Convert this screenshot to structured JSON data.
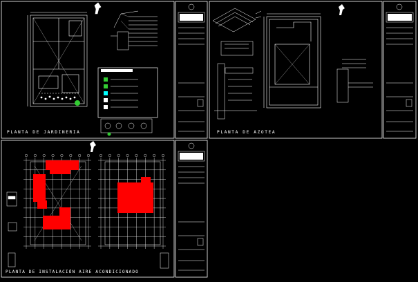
{
  "viewer": {
    "background": "#000000",
    "line_color": "#ffffff",
    "fill_color": "#ff0000",
    "accent_cyan": "#00ffff",
    "accent_green": "#33cc33"
  },
  "sheets": [
    {
      "id": "sheet-1",
      "label": "PLANTA DE JARDINERIA"
    },
    {
      "id": "sheet-2",
      "label": "PLANTA DE AZOTEA"
    },
    {
      "id": "sheet-3",
      "label": "PLANTA DE INSTALACIÓN AIRE ACONDICIONADO"
    }
  ]
}
